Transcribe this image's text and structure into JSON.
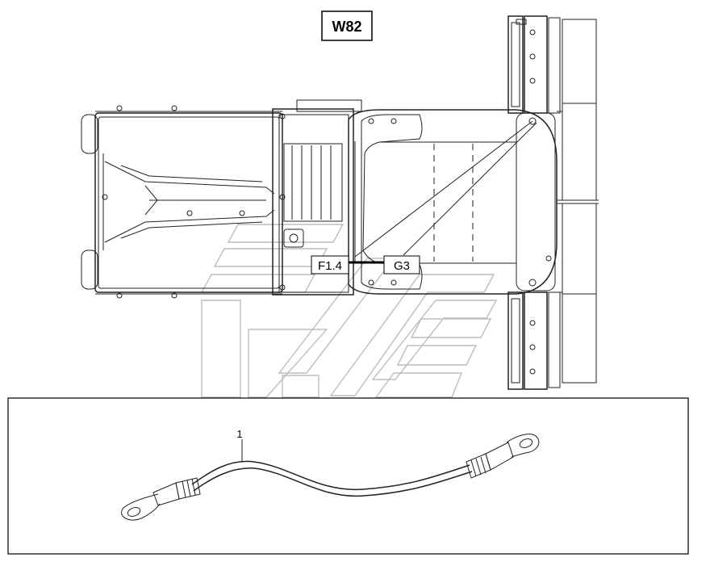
{
  "diagram": {
    "title": "W82",
    "connectors": [
      {
        "id": "from",
        "label": "F1.4"
      },
      {
        "id": "to",
        "label": "G3"
      }
    ],
    "part_callout": "1",
    "colors": {
      "line": "#222222",
      "watermark": "#bdbdbd",
      "background": "#ffffff"
    },
    "icons": [
      "machine-top-view",
      "battery-cable-part",
      "watermark-logo"
    ]
  }
}
